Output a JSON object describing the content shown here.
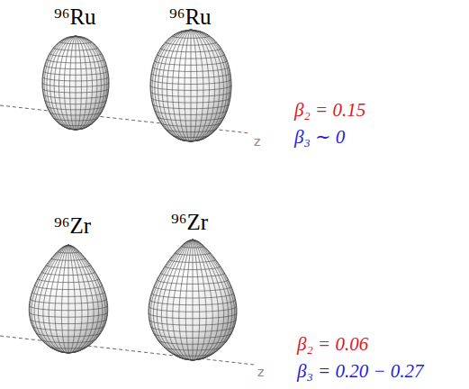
{
  "diagram": {
    "labels": [
      "⁹⁶Ru",
      "⁹⁶Ru",
      "z",
      "β₂ = 0.15",
      "β₃ ∼ 0",
      "⁹⁶Zr",
      "⁹⁶Zr",
      "z",
      "β₂ = 0.06",
      "β₃ = 0.20 − 0.27"
    ]
  }
}
